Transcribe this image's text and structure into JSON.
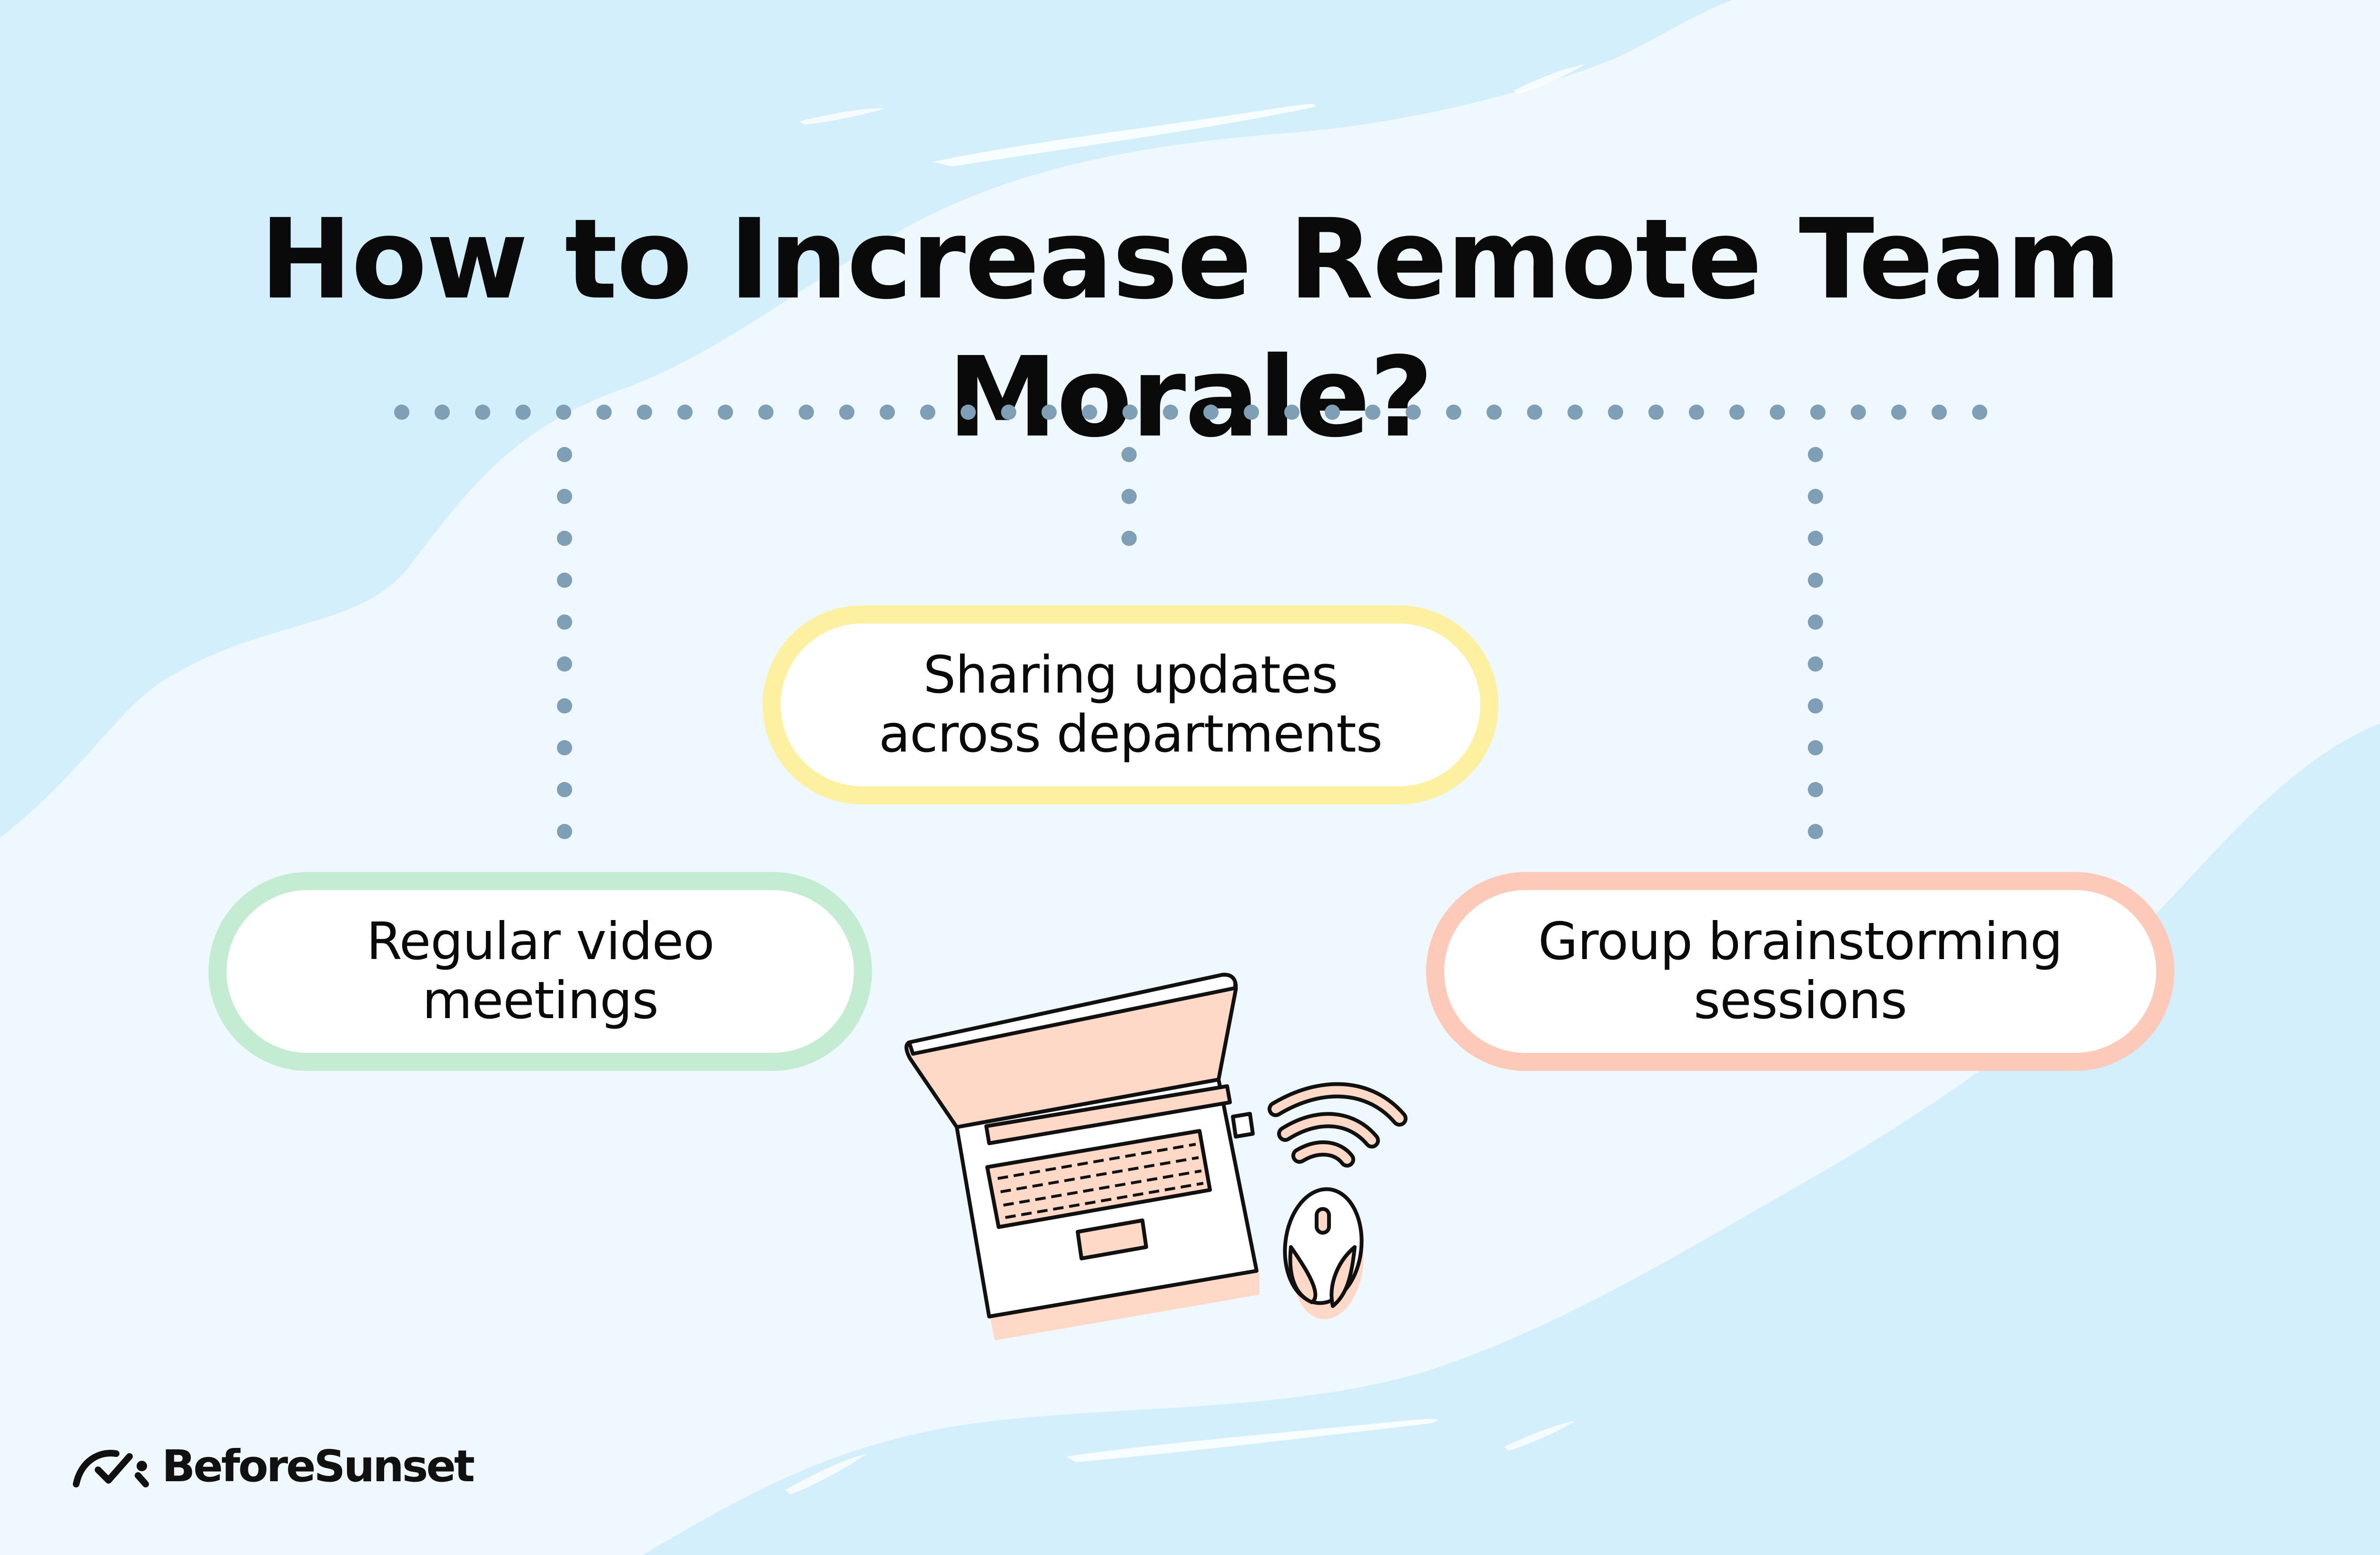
{
  "title": "How to Increase Remote Team Morale?",
  "items": [
    {
      "label_line1": "Sharing updates",
      "label_line2": "across departments",
      "color": "#fdf0a0"
    },
    {
      "label_line1": "Regular video",
      "label_line2": "meetings",
      "color": "#c3ecd3"
    },
    {
      "label_line1": "Group brainstorming",
      "label_line2": "sessions",
      "color": "#fdc9b8"
    }
  ],
  "brand": {
    "name": "BeforeSunset",
    "icon": "gauge-check-icon"
  },
  "illustration": {
    "laptop_icon": "laptop-icon",
    "mouse_icon": "wireless-mouse-icon",
    "wifi_icon": "wifi-signal-icon"
  },
  "colors": {
    "background": "#d2effb",
    "background_light": "#eef8fe",
    "connector_dots": "#7f9fb6",
    "title_text": "#0a0a0a",
    "illustration_fill": "#ffd9c8"
  }
}
